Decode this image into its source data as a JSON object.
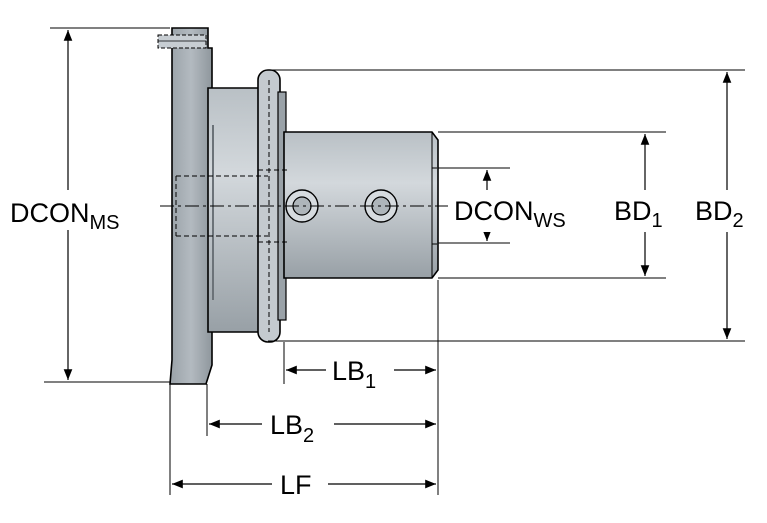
{
  "labels": {
    "dcon_ms": {
      "main": "DCON",
      "sub": "MS"
    },
    "dcon_ws": {
      "main": "DCON",
      "sub": "WS"
    },
    "bd1": {
      "main": "BD",
      "sub": "1"
    },
    "bd2": {
      "main": "BD",
      "sub": "2"
    },
    "lb1": {
      "main": "LB",
      "sub": "1"
    },
    "lb2": {
      "main": "LB",
      "sub": "2"
    },
    "lf": {
      "main": "LF"
    }
  },
  "colors": {
    "body": "#a9b1b7",
    "body_dark": "#7f878d",
    "body_light": "#c9cfd4",
    "line": "#000000"
  }
}
